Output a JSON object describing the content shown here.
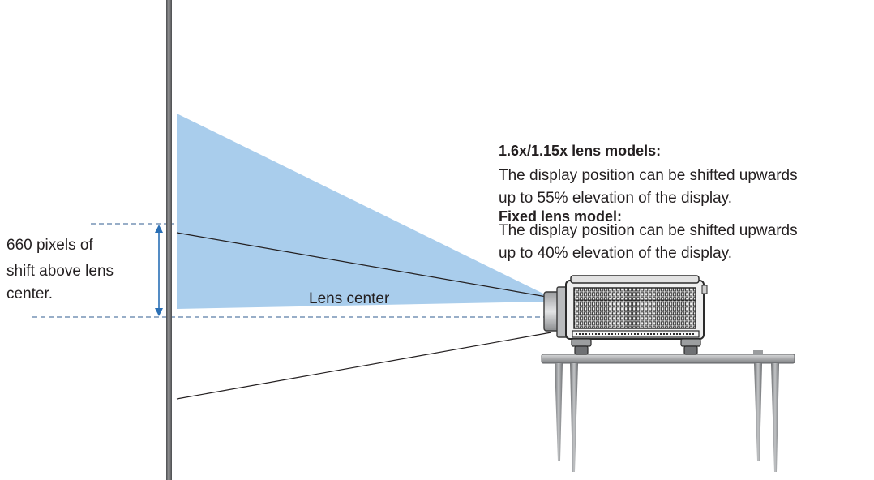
{
  "shift_label": {
    "lines": [
      "660 pixels of",
      "shift above lens",
      "center."
    ]
  },
  "lens_center_label": "Lens center",
  "notes": {
    "zoom_heading": "1.6x/1.15x lens models:",
    "zoom_lines": [
      "The display position can be shifted upwards",
      "up to 55% elevation of the display."
    ],
    "fixed_heading": "Fixed lens model:",
    "fixed_lines": [
      "The display position can be shifted upwards",
      "up to 40% elevation of the display."
    ]
  },
  "colors": {
    "beam": "#a9cdec",
    "ink": "#231f20",
    "arrow": "#2a6fb5",
    "dash": "#5a7ea6",
    "screen": "#6d6e71",
    "table": "#8a8c8e",
    "projector_body": "#f2f2f2",
    "projector_grille": "#333333"
  }
}
